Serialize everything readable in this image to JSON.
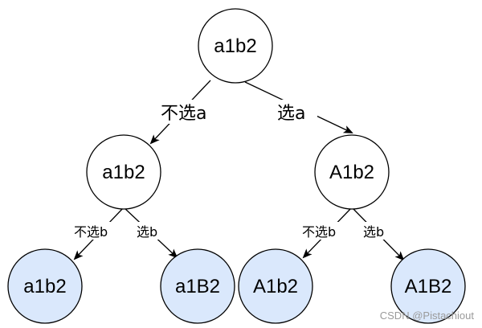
{
  "tree": {
    "root": {
      "label": "a1b2"
    },
    "level1": [
      {
        "label": "a1b2"
      },
      {
        "label": "A1b2"
      }
    ],
    "leaves": [
      {
        "label": "a1b2"
      },
      {
        "label": "a1B2"
      },
      {
        "label": "A1b2"
      },
      {
        "label": "A1B2"
      }
    ],
    "edges": {
      "root_left": "不选a",
      "root_right": "选a",
      "left_left": "不选b",
      "left_right": "选b",
      "right_left": "不选b",
      "right_right": "选b"
    }
  },
  "colors": {
    "leaf_fill": "#dae8fc",
    "stroke": "#000000",
    "background": "#ffffff"
  },
  "watermark": "CSDN @Pistachiout"
}
